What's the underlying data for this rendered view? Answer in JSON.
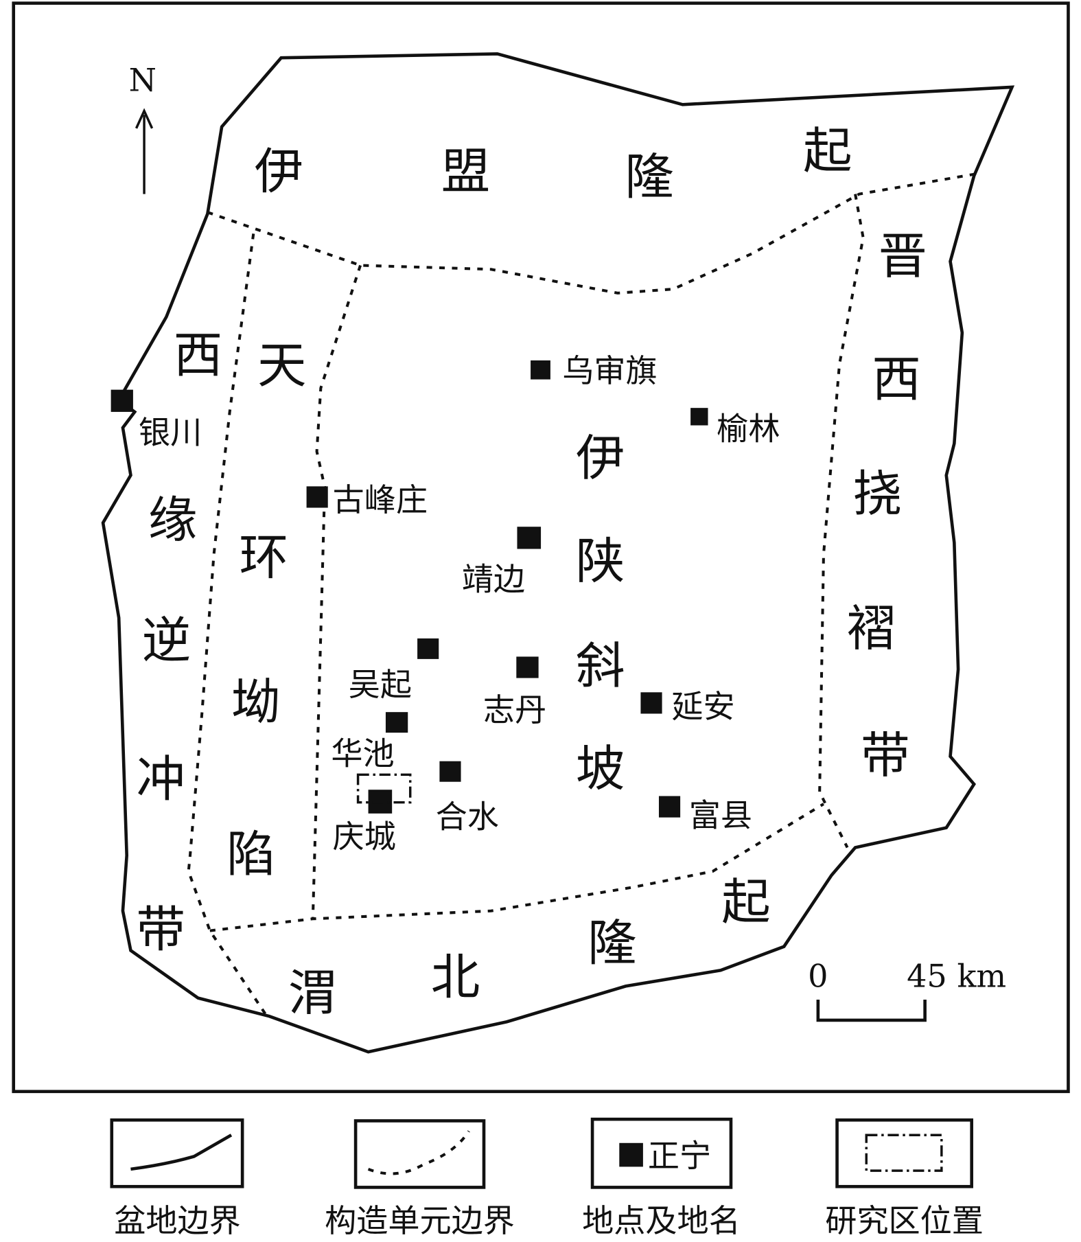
{
  "north_label": "N",
  "regions": {
    "yimeng": [
      "伊",
      "盟",
      "隆",
      "起"
    ],
    "jinxi": [
      "晋",
      "西",
      "挠",
      "褶",
      "带"
    ],
    "xiyuan": [
      "西",
      "缘",
      "逆",
      "冲",
      "带"
    ],
    "tianhuan": [
      "天",
      "环",
      "坳",
      "陷"
    ],
    "yishan": [
      "伊",
      "陕",
      "斜",
      "坡"
    ],
    "weibei": [
      "渭",
      "北",
      "隆",
      "起"
    ]
  },
  "places": [
    "乌审旗",
    "榆林",
    "银川",
    "古峰庄",
    "靖边",
    "吴起",
    "志丹",
    "延安",
    "华池",
    "合水",
    "庆城",
    "富县"
  ],
  "scale": {
    "zero": "0",
    "max": "45 km"
  },
  "legend": [
    {
      "label": "盆地边界"
    },
    {
      "label": "构造单元边界"
    },
    {
      "label": "地点及地名",
      "sample": "正宁"
    },
    {
      "label": "研究区位置"
    }
  ]
}
